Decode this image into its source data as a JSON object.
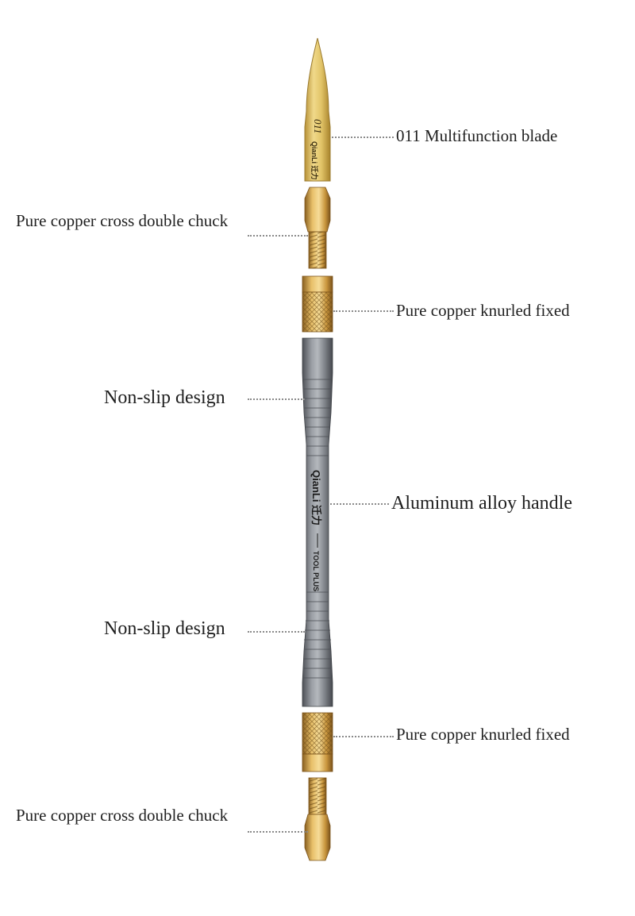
{
  "labels": {
    "blade": "011 Multifunction blade",
    "chuck_top": "Pure copper cross double chuck",
    "knurled_top": "Pure copper knurled fixed",
    "nonslip_top": "Non-slip design",
    "handle": "Aluminum alloy handle",
    "nonslip_bottom": "Non-slip design",
    "knurled_bottom": "Pure copper knurled fixed",
    "chuck_bottom": "Pure copper cross double chuck"
  },
  "tool_markings": {
    "blade_number": "011",
    "blade_brand": "QianLi 迁力",
    "handle_brand": "QianLi 迁力",
    "handle_sub": "TOOL PLUS"
  },
  "colors": {
    "gold": "#d9b65a",
    "copper": "#c9963e",
    "aluminum": "#7d8187",
    "text": "#1f1f1f",
    "leader": "#8a8a8a"
  }
}
